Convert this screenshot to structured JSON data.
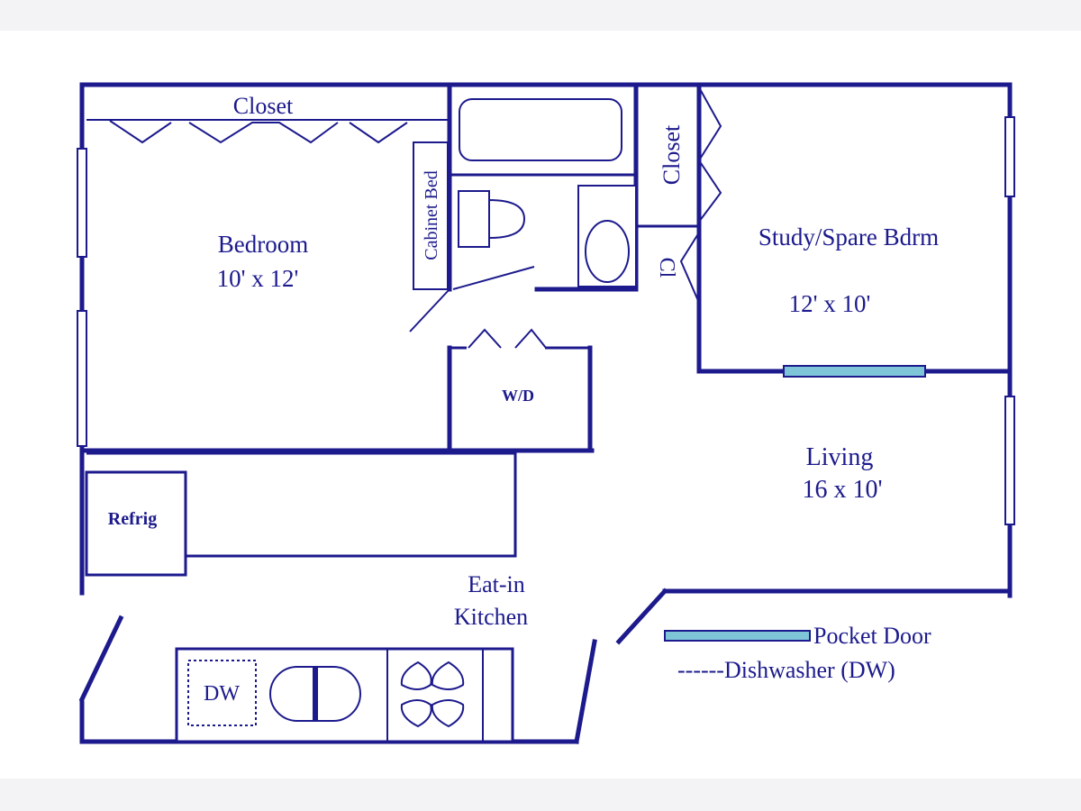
{
  "rooms": {
    "bedroom_name": "Bedroom",
    "bedroom_size": "10' x 12'",
    "study_name": "Study/Spare Bdrm",
    "study_size": "12' x 10'",
    "living_name": "Living",
    "living_size": "16 x 10'",
    "kitchen_line1": "Eat-in",
    "kitchen_line2": "Kitchen"
  },
  "fixtures": {
    "bedroom_closet": "Closet",
    "study_closet": "Closet",
    "small_closet": "Cl",
    "cabinet_bed": "Cabinet Bed",
    "washer_dryer": "W/D",
    "refrigerator": "Refrig",
    "dishwasher": "DW"
  },
  "legend": {
    "pocket_door": "Pocket Door",
    "dishwasher": "------Dishwasher (DW)"
  },
  "colors": {
    "wall": "#1c1a8c",
    "pocket_door": "#7ec5d8",
    "background": "#ffffff",
    "page_band": "#f3f3f5"
  }
}
